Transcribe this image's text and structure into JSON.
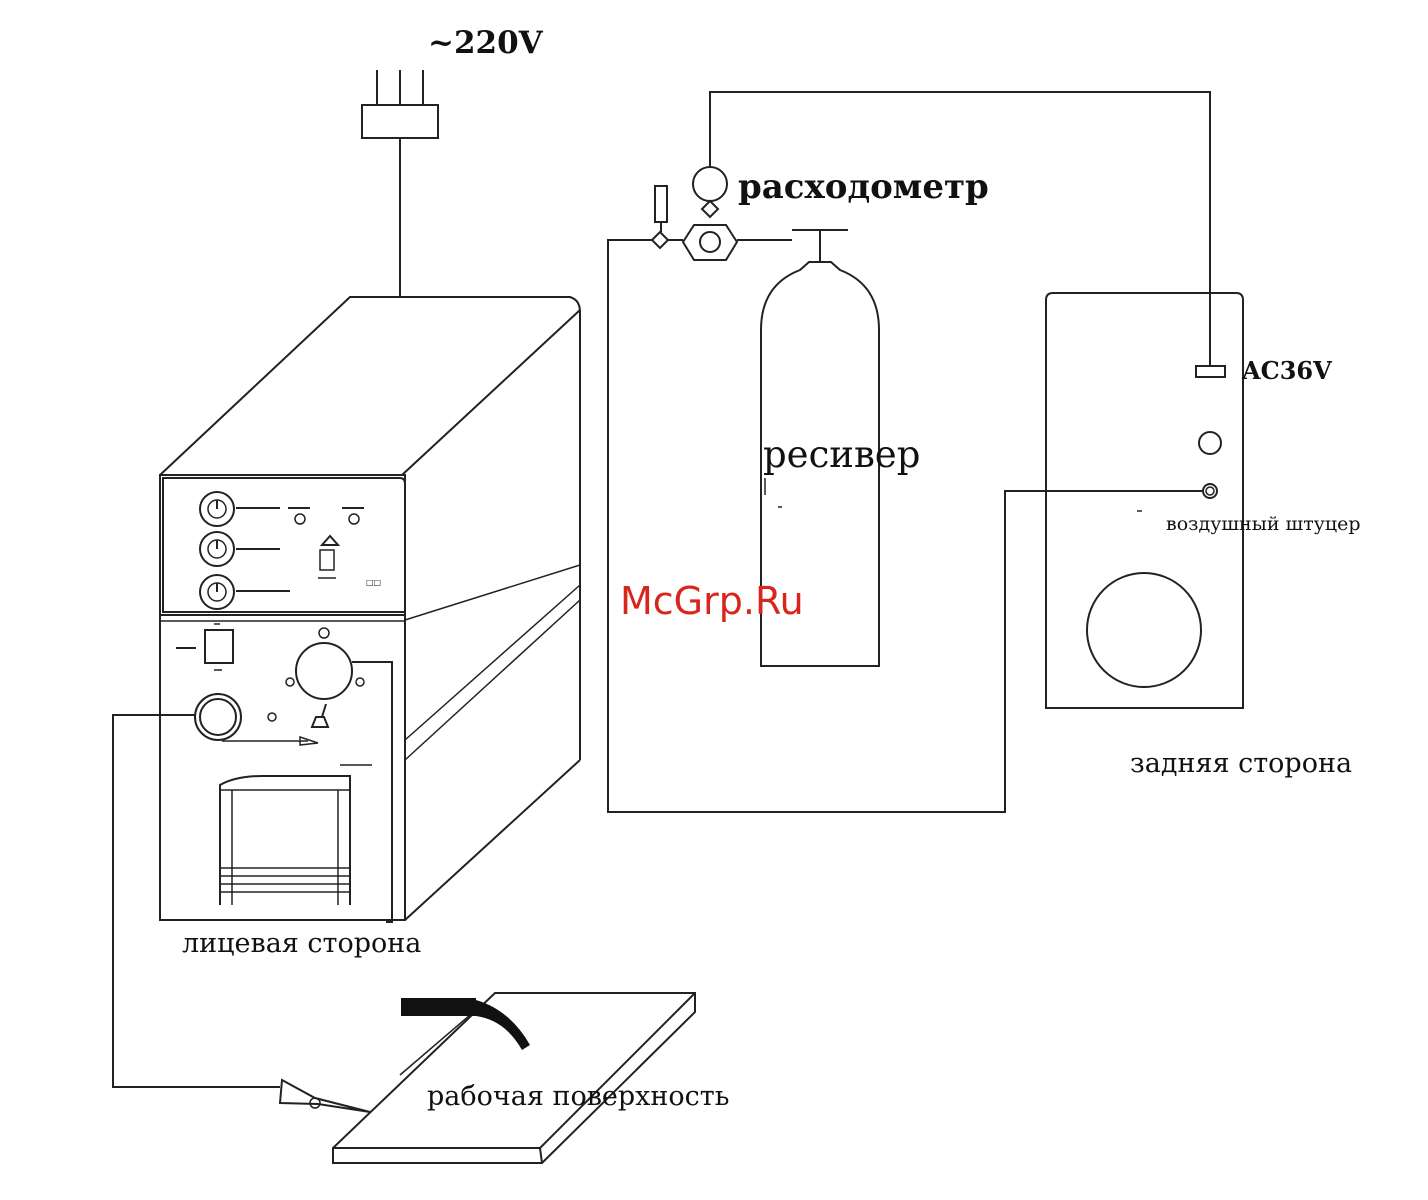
{
  "labels": {
    "voltage": "~220V",
    "flowmeter": "расходометр",
    "receiver": "ресивер",
    "ac36v": "AC36V",
    "air_fitting": "воздушный штуцер",
    "back_side": "задняя сторона",
    "front_side": "лицевая сторона",
    "work_surface": "рабочая поверхность",
    "watermark": "McGrp.Ru"
  },
  "colors": {
    "line": "#222222",
    "watermark": "#d8261e",
    "background": "#ffffff"
  }
}
